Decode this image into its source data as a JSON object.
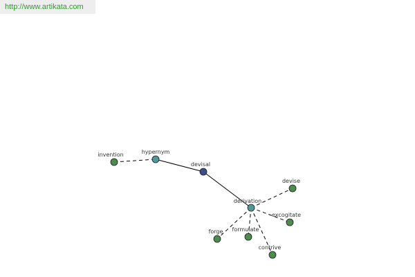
{
  "source_url": "http://www.artikata.com",
  "graph": {
    "nodes": [
      {
        "id": "invention",
        "label": "invention",
        "color": "#4d8c4d"
      },
      {
        "id": "hypernym",
        "label": "hypernym",
        "color": "#4d9999"
      },
      {
        "id": "devisal",
        "label": "devisal",
        "color": "#3d4d8c"
      },
      {
        "id": "derivation",
        "label": "derivation",
        "color": "#4d9999"
      },
      {
        "id": "devise",
        "label": "devise",
        "color": "#4d8c4d"
      },
      {
        "id": "excogitate",
        "label": "excogitate",
        "color": "#4d8c4d"
      },
      {
        "id": "formulate",
        "label": "formulate",
        "color": "#4d8c4d"
      },
      {
        "id": "forge",
        "label": "forge",
        "color": "#4d8c4d"
      },
      {
        "id": "contrive",
        "label": "contrive",
        "color": "#4d8c4d"
      }
    ],
    "edges": [
      {
        "from": "invention",
        "to": "hypernym",
        "style": "dashed"
      },
      {
        "from": "hypernym",
        "to": "devisal",
        "style": "solid"
      },
      {
        "from": "devisal",
        "to": "derivation",
        "style": "solid"
      },
      {
        "from": "derivation",
        "to": "devise",
        "style": "dashed"
      },
      {
        "from": "derivation",
        "to": "excogitate",
        "style": "dashed"
      },
      {
        "from": "derivation",
        "to": "formulate",
        "style": "dashed"
      },
      {
        "from": "derivation",
        "to": "forge",
        "style": "dashed"
      },
      {
        "from": "derivation",
        "to": "contrive",
        "style": "dashed"
      }
    ]
  }
}
